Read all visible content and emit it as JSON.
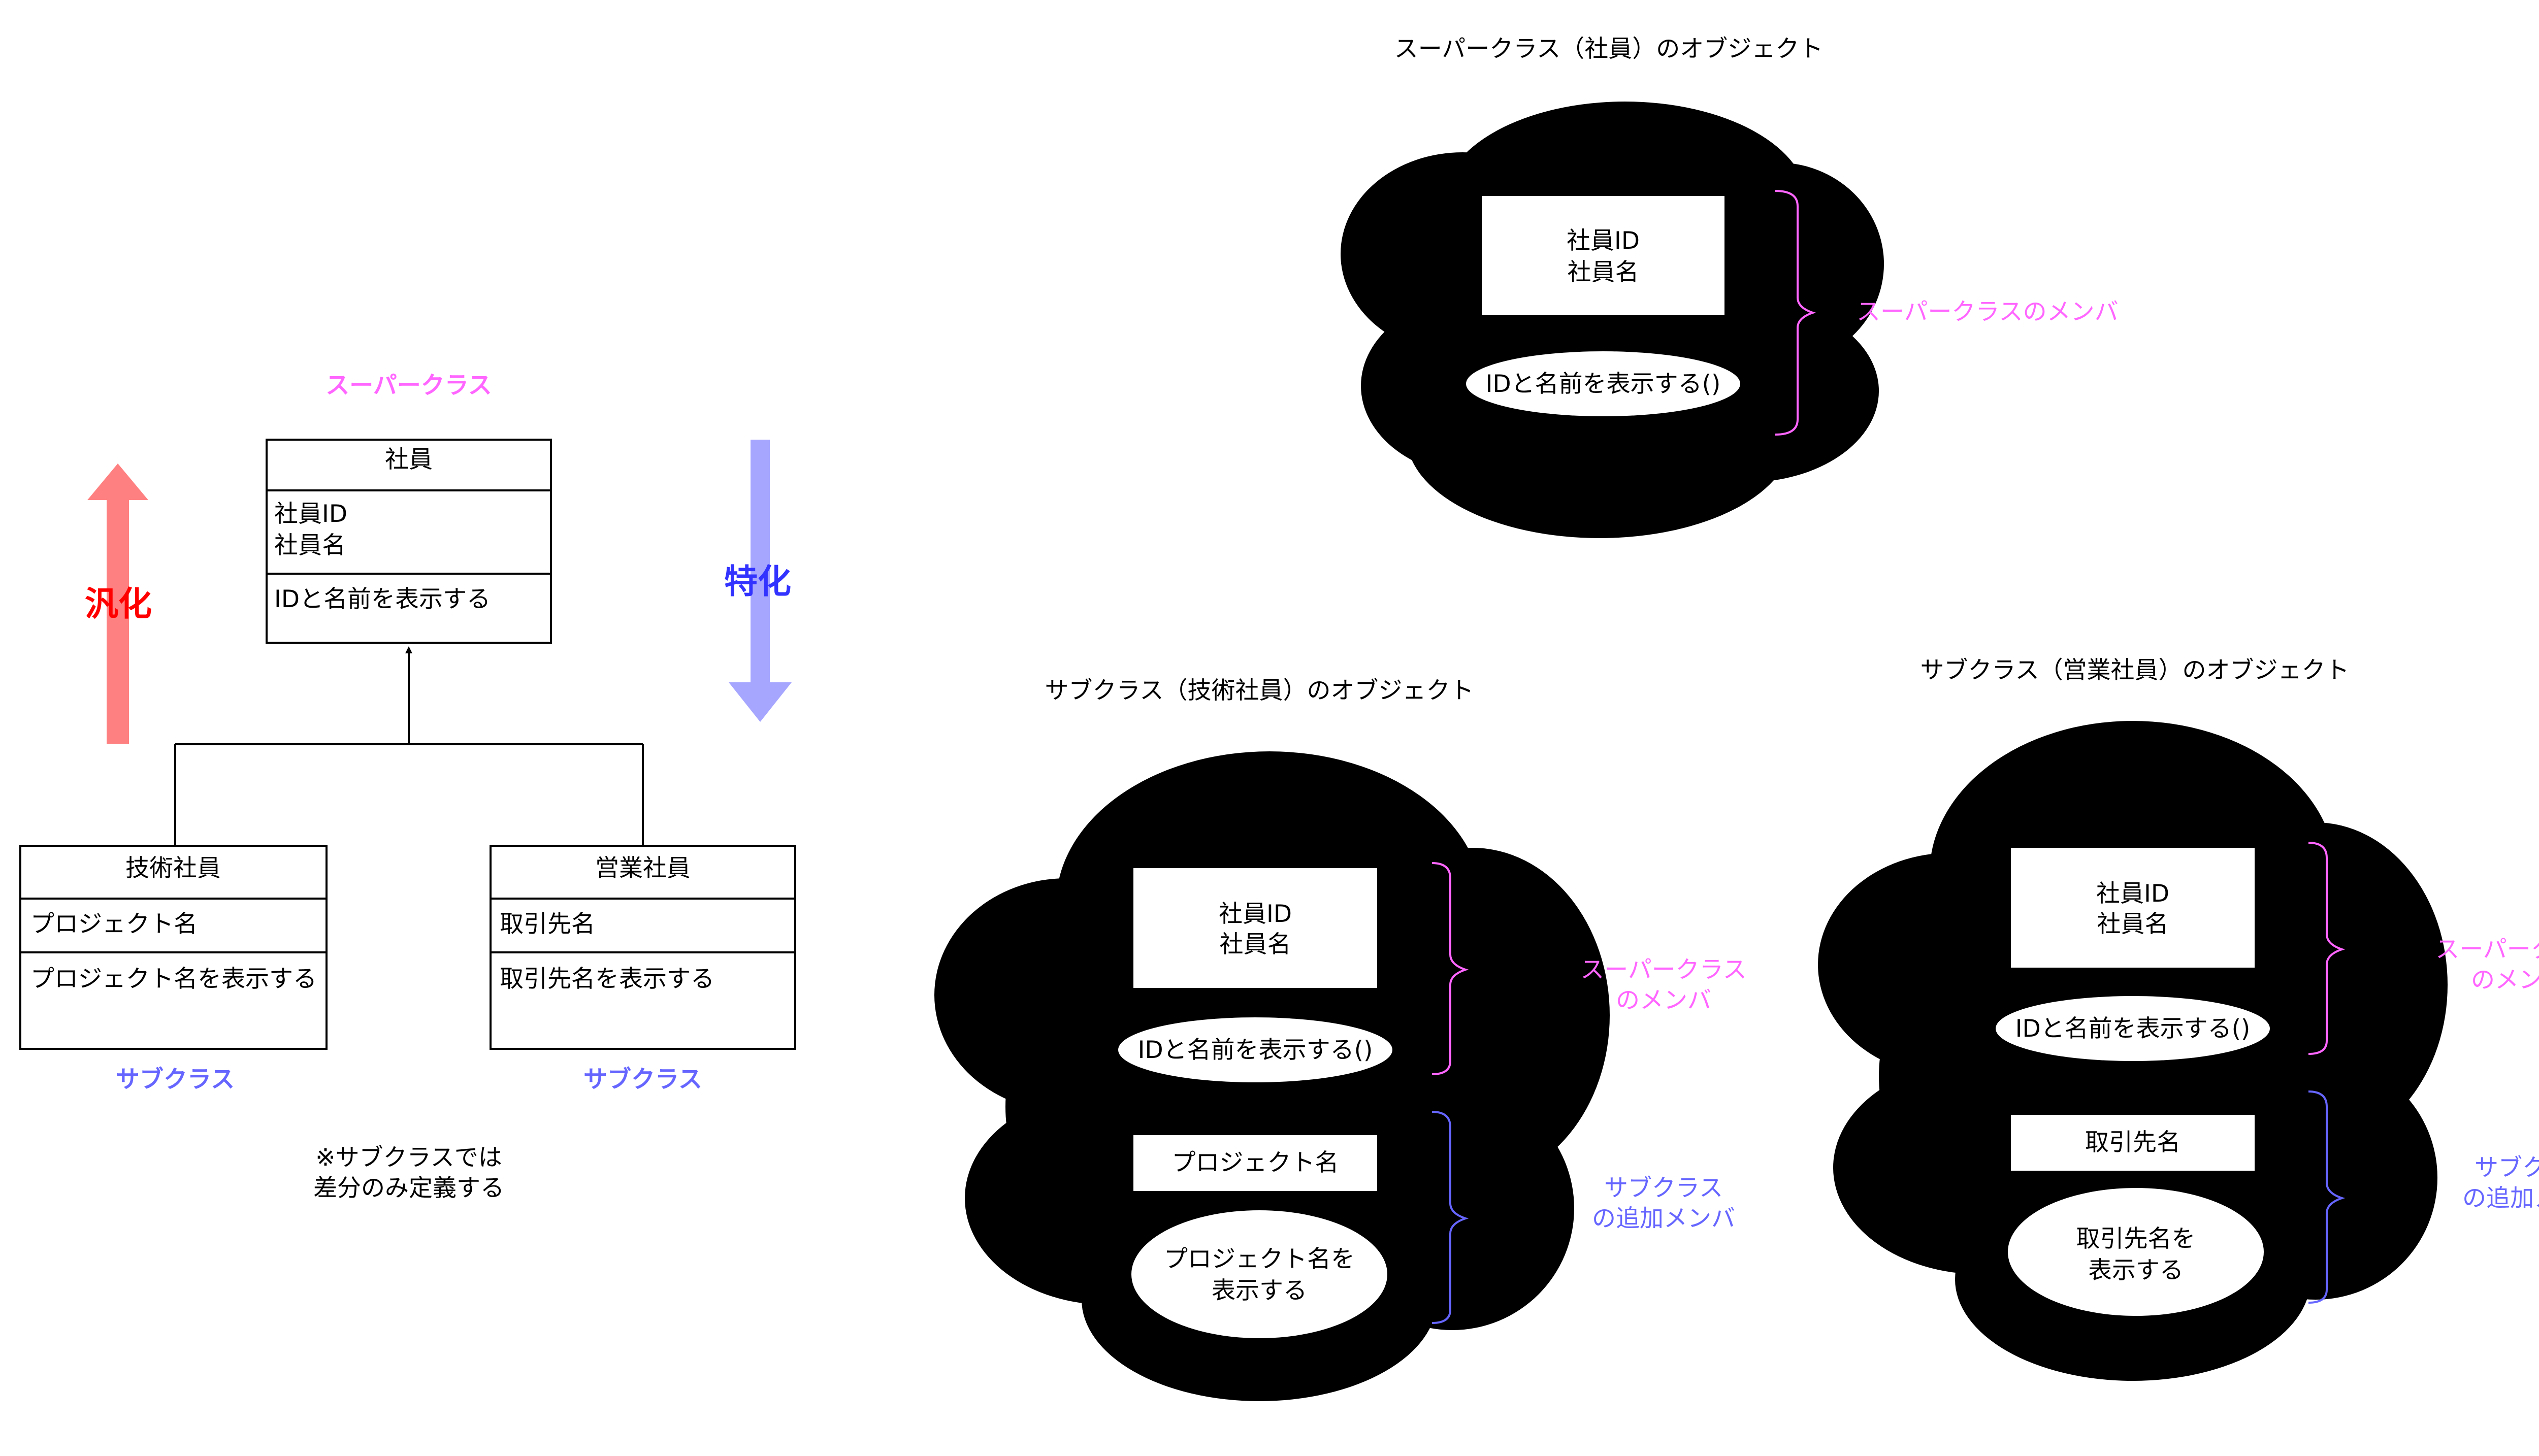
{
  "colors": {
    "superclass_accent": "#ff66ff",
    "subclass_accent": "#6666ff",
    "generalization_arrow": "#ff8080",
    "specialization_arrow": "#a6a6ff",
    "generalization_text": "#ff0000",
    "specialization_text": "#3333ff",
    "object_cloud": "#000000",
    "member_box": "#ffffff"
  },
  "uml": {
    "superclass_label": "スーパークラス",
    "superclass": {
      "name": "社員",
      "attributes": [
        "社員ID",
        "社員名"
      ],
      "operation": "IDと名前を表示する"
    },
    "subclasses": [
      {
        "name": "技術社員",
        "attribute": "プロジェクト名",
        "operation": "プロジェクト名を表示する",
        "label": "サブクラス"
      },
      {
        "name": "営業社員",
        "attribute": "取引先名",
        "operation": "取引先名を表示する",
        "label": "サブクラス"
      }
    ],
    "generalization_label": "汎化",
    "specialization_label": "特化",
    "note_lines": [
      "※サブクラスでは",
      "差分のみ定義する"
    ]
  },
  "objects": {
    "superclass_object": {
      "title": "スーパークラス（社員）のオブジェクト",
      "attribute_lines": [
        "社員ID",
        "社員名"
      ],
      "method": "IDと名前を表示する()",
      "super_members_label": [
        "スーパークラスのメンバ"
      ]
    },
    "engineer_object": {
      "title": "サブクラス（技術社員）のオブジェクト",
      "attribute_lines": [
        "社員ID",
        "社員名"
      ],
      "method": "IDと名前を表示する()",
      "sub_attribute": "プロジェクト名",
      "sub_method_lines": [
        "プロジェクト名を",
        "表示する"
      ],
      "super_members_label": [
        "スーパークラス",
        "のメンバ"
      ],
      "sub_members_label": [
        "サブクラス",
        "の追加メンバ"
      ]
    },
    "sales_object": {
      "title": "サブクラス（営業社員）のオブジェクト",
      "attribute_lines": [
        "社員ID",
        "社員名"
      ],
      "method": "IDと名前を表示する()",
      "sub_attribute": "取引先名",
      "sub_method_lines": [
        "取引先名を",
        "表示する"
      ],
      "super_members_label": [
        "スーパークラス",
        "のメンバ"
      ],
      "sub_members_label": [
        "サブクラス",
        "の追加メンバ"
      ]
    }
  }
}
